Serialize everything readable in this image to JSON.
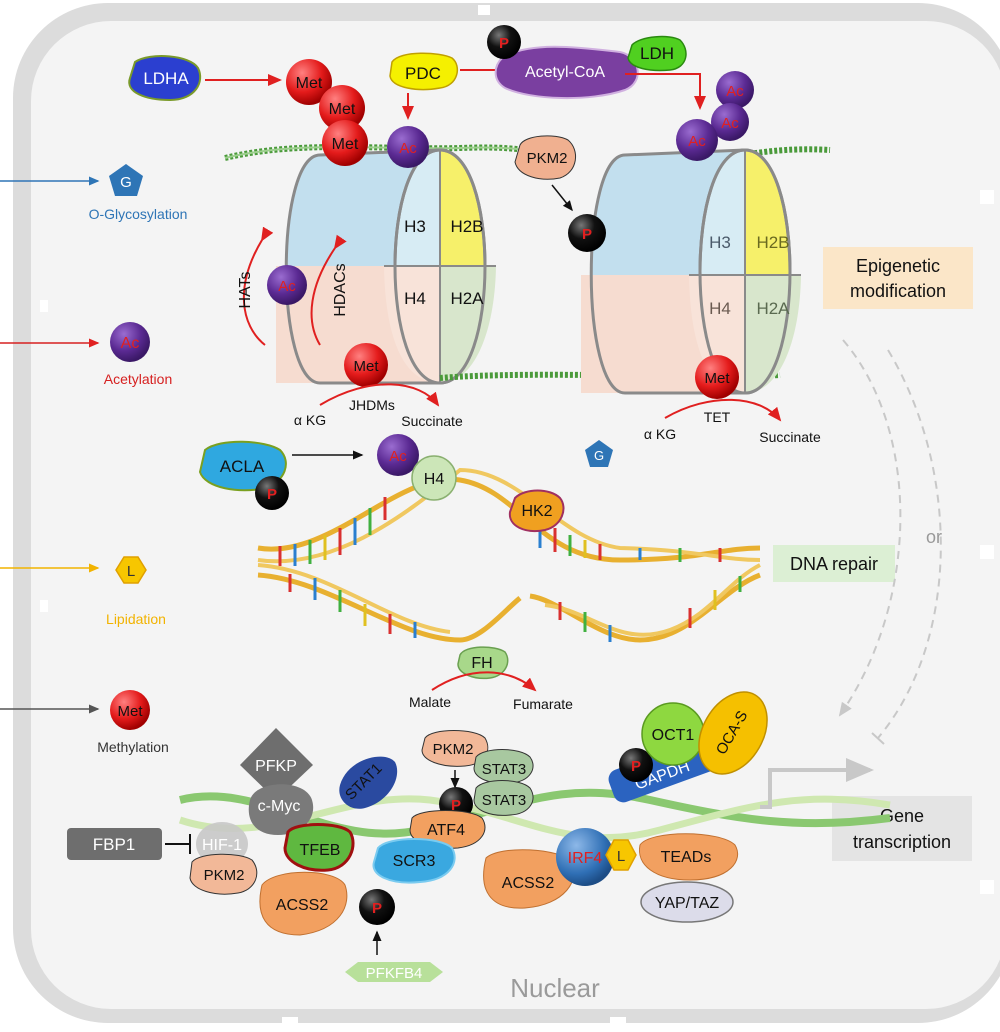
{
  "legend": {
    "glycosylation": {
      "symbol": "G",
      "label": "O-Glycosylation",
      "color": "#2e75b6"
    },
    "acetylation": {
      "symbol": "Ac",
      "label": "Acetylation",
      "color": "#d62020"
    },
    "lipidation": {
      "symbol": "L",
      "label": "Lipidation",
      "color": "#f2b300"
    },
    "methylation": {
      "symbol": "Met",
      "label": "Methylation",
      "color": "#4d4d4d"
    }
  },
  "top": {
    "ldha": "LDHA",
    "pdc": "PDC",
    "acetyl_coa": "Acetyl-CoA",
    "ldh": "LDH",
    "pkm2": "PKM2",
    "phospho": "P",
    "met": "Met",
    "ac": "Ac"
  },
  "nucleosome_left": {
    "h3": "H3",
    "h2b": "H2B",
    "h4": "H4",
    "h2a": "H2A",
    "hats": "HATs",
    "hdacs": "HDACs",
    "jhdms": "JHDMs",
    "akg": "α KG",
    "succinate": "Succinate"
  },
  "nucleosome_right": {
    "h3": "H3",
    "h2b": "H2B",
    "h4": "H4",
    "h2a": "H2A",
    "tet": "TET",
    "akg": "α KG",
    "succinate": "Succinate"
  },
  "side_labels": {
    "epigenetic": [
      "Epigenetic",
      "modification"
    ],
    "dna_repair": "DNA repair",
    "gene_transcription": [
      "Gene",
      "transcription"
    ],
    "or": "or"
  },
  "dna_repair": {
    "acla": "ACLA",
    "h4": "H4",
    "hk2": "HK2",
    "fh": "FH",
    "malate": "Malate",
    "fumarate": "Fumarate"
  },
  "transcription": {
    "fbp1": "FBP1",
    "hif1": "HIF-1",
    "pfkp": "PFKP",
    "cmyc": "c-Myc",
    "stat1": "STAT1",
    "pkm2_a": "PKM2",
    "pkm2_b": "PKM2",
    "stat3_a": "STAT3",
    "stat3_b": "STAT3",
    "tfeb": "TFEB",
    "atf4": "ATF4",
    "scr3": "SCR3",
    "acss2_a": "ACSS2",
    "acss2_b": "ACSS2",
    "irf4": "IRF4",
    "gapdh": "GAPDH",
    "oct1": "OCT1",
    "ocas": "OCA-S",
    "teads": "TEADs",
    "yaptaz": "YAP/TAZ",
    "pfkfb4": "PFKFB4"
  },
  "nuclear_label": "Nuclear"
}
